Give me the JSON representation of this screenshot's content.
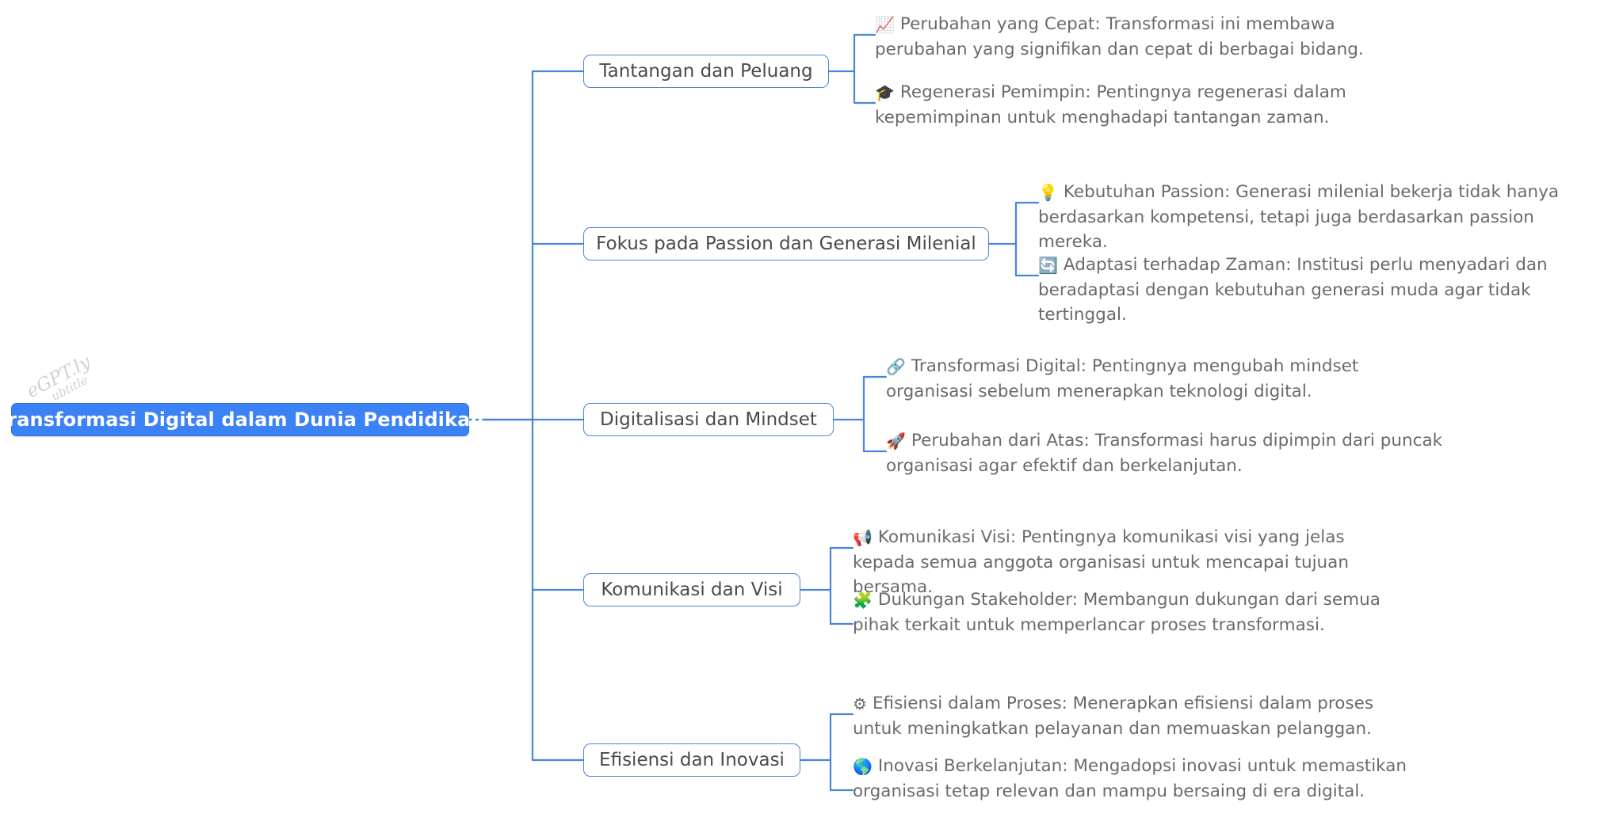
{
  "diagram": {
    "type": "mind-map",
    "orientation": "left-to-right",
    "colors": {
      "root_fill": "#3b82f6",
      "root_text": "#ffffff",
      "branch_border": "#4a86d8",
      "branch_text": "#4a4a4a",
      "leaf_text": "#6a6a6a",
      "edge": "#4a86d8",
      "background": "#ffffff"
    },
    "watermark": {
      "line1": "eGPT.ly",
      "line2": "ubtitle"
    }
  },
  "root": {
    "label": "Transformasi Digital dalam Dunia Pendidikan"
  },
  "branches": [
    {
      "label": "Tantangan dan Peluang",
      "leaves": [
        {
          "icon": "chart-increasing-icon",
          "glyph": "📈",
          "text": "Perubahan yang Cepat: Transformasi ini membawa perubahan yang signifikan dan cepat di berbagai bidang."
        },
        {
          "icon": "graduation-cap-icon",
          "glyph": "🎓",
          "text": "Regenerasi Pemimpin: Pentingnya regenerasi dalam kepemimpinan untuk menghadapi tantangan zaman."
        }
      ]
    },
    {
      "label": "Fokus pada Passion dan Generasi Milenial",
      "leaves": [
        {
          "icon": "light-bulb-icon",
          "glyph": "💡",
          "text": "Kebutuhan Passion: Generasi milenial bekerja tidak hanya berdasarkan kompetensi, tetapi juga berdasarkan passion mereka."
        },
        {
          "icon": "refresh-icon",
          "glyph": "🔄",
          "text": "Adaptasi terhadap Zaman: Institusi perlu menyadari dan beradaptasi dengan kebutuhan generasi muda agar tidak tertinggal."
        }
      ]
    },
    {
      "label": "Digitalisasi dan Mindset",
      "leaves": [
        {
          "icon": "link-chain-icon",
          "glyph": "🔗",
          "text": "Transformasi Digital: Pentingnya mengubah mindset organisasi sebelum menerapkan teknologi digital."
        },
        {
          "icon": "rocket-icon",
          "glyph": "🚀",
          "text": "Perubahan dari Atas: Transformasi harus dipimpin dari puncak organisasi agar efektif dan berkelanjutan."
        }
      ]
    },
    {
      "label": "Komunikasi dan Visi",
      "leaves": [
        {
          "icon": "megaphone-icon",
          "glyph": "📢",
          "text": "Komunikasi Visi: Pentingnya komunikasi visi yang jelas kepada semua anggota organisasi untuk mencapai tujuan bersama."
        },
        {
          "icon": "puzzle-piece-icon",
          "glyph": "🧩",
          "text": "Dukungan Stakeholder: Membangun dukungan dari semua pihak terkait untuk memperlancar proses transformasi."
        }
      ]
    },
    {
      "label": "Efisiensi dan Inovasi",
      "leaves": [
        {
          "icon": "gear-icon",
          "glyph": "⚙",
          "text": "Efisiensi dalam Proses: Menerapkan efisiensi dalam proses untuk meningkatkan pelayanan dan memuaskan pelanggan."
        },
        {
          "icon": "globe-icon",
          "glyph": "🌎",
          "text": "Inovasi Berkelanjutan: Mengadopsi inovasi untuk memastikan organisasi tetap relevan dan mampu bersaing di era digital."
        }
      ]
    }
  ]
}
